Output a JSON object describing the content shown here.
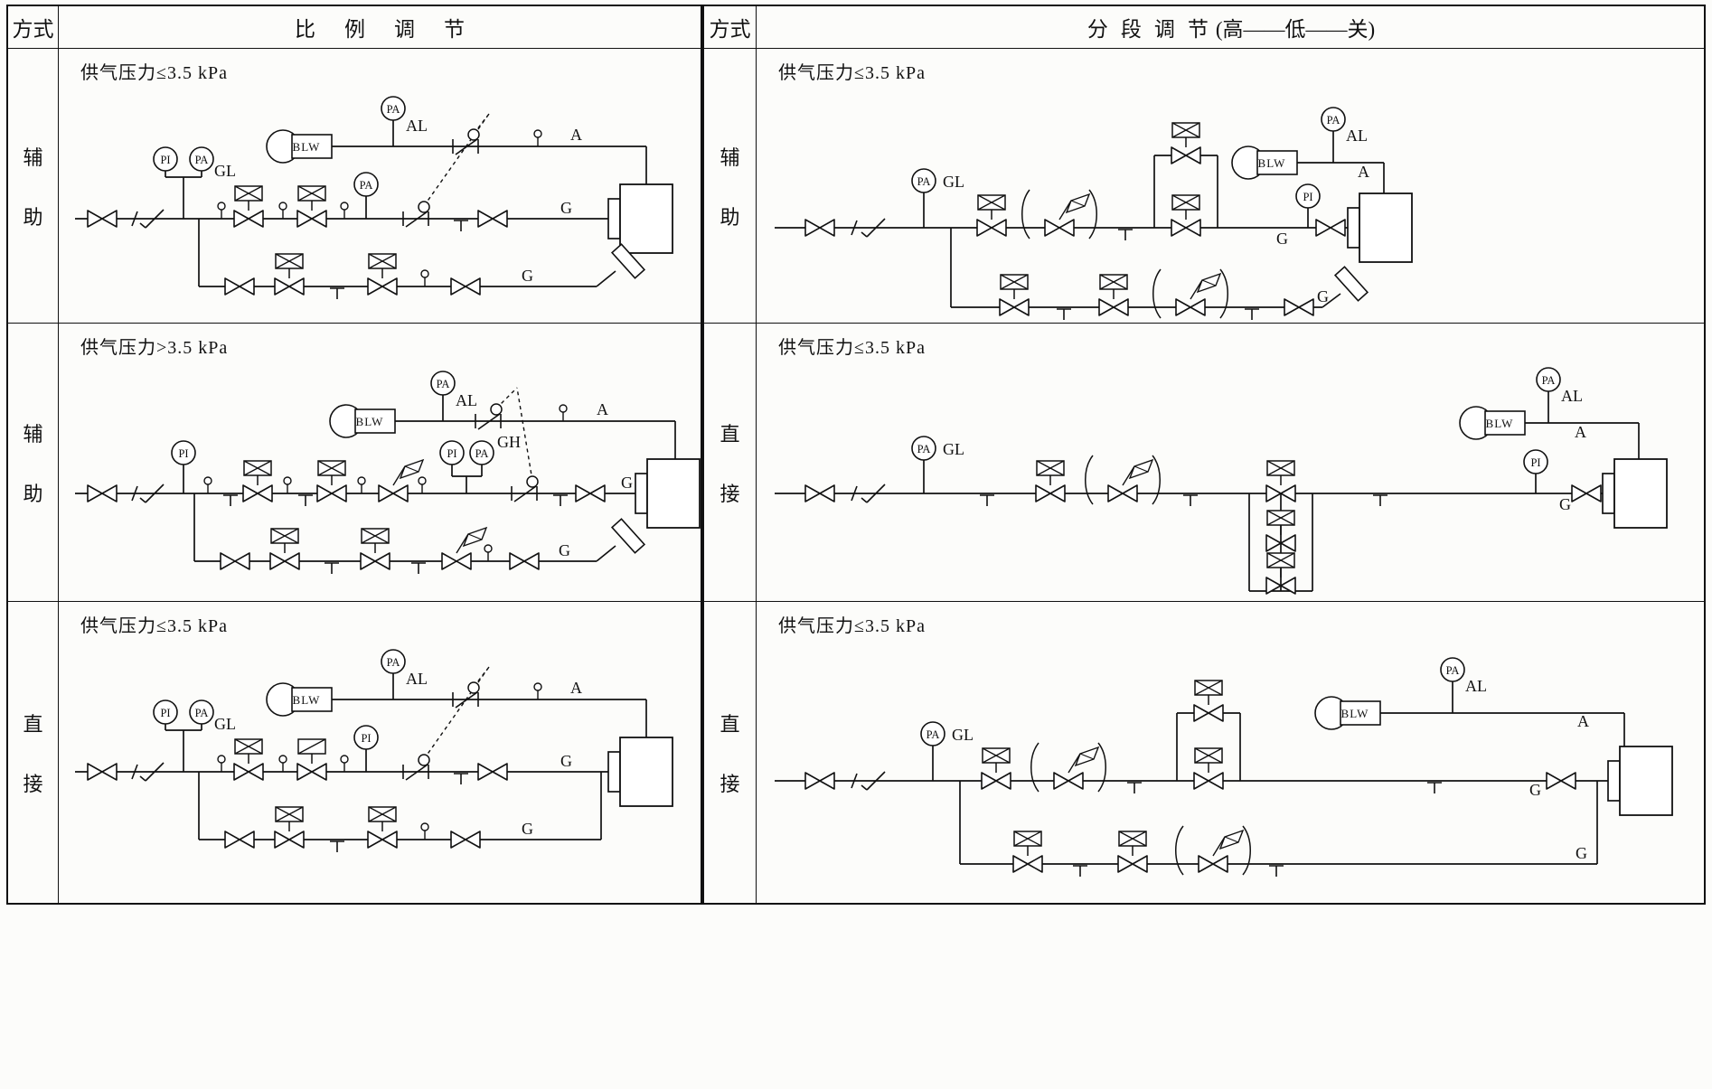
{
  "page": {
    "background": "#fcfcfa",
    "line_color": "#111111"
  },
  "left_table": {
    "method_header": "方式",
    "title": "比例调节",
    "rows": [
      {
        "method": "辅助",
        "pressure": "供气压力≤3.5 kPa",
        "diagram_labels": [
          "PI",
          "PA",
          "GL",
          "BLW",
          "PA",
          "AL",
          "A",
          "PA",
          "G",
          "G"
        ]
      },
      {
        "method": "辅助",
        "pressure": "供气压力>3.5 kPa",
        "diagram_labels": [
          "PI",
          "BLW",
          "PA",
          "AL",
          "A",
          "PI",
          "PA",
          "GH",
          "G",
          "G"
        ]
      },
      {
        "method": "直接",
        "pressure": "供气压力≤3.5 kPa",
        "diagram_labels": [
          "PI",
          "PA",
          "GL",
          "BLW",
          "PA",
          "AL",
          "A",
          "PI",
          "G",
          "G"
        ]
      }
    ]
  },
  "right_table": {
    "method_header": "方式",
    "title_main": "分段调节",
    "title_paren": "(高——低——关)",
    "rows": [
      {
        "method": "辅助",
        "pressure": "供气压力≤3.5 kPa",
        "diagram_labels": [
          "PA",
          "GL",
          "BLW",
          "PA",
          "AL",
          "A",
          "PI",
          "G",
          "G"
        ]
      },
      {
        "method": "直接",
        "pressure": "供气压力≤3.5 kPa",
        "diagram_labels": [
          "PA",
          "GL",
          "BLW",
          "PA",
          "AL",
          "A",
          "PI",
          "G"
        ]
      },
      {
        "method": "直接",
        "pressure": "供气压力≤3.5 kPa",
        "diagram_labels": [
          "PA",
          "GL",
          "BLW",
          "PA",
          "AL",
          "A",
          "G",
          "G"
        ]
      }
    ]
  }
}
